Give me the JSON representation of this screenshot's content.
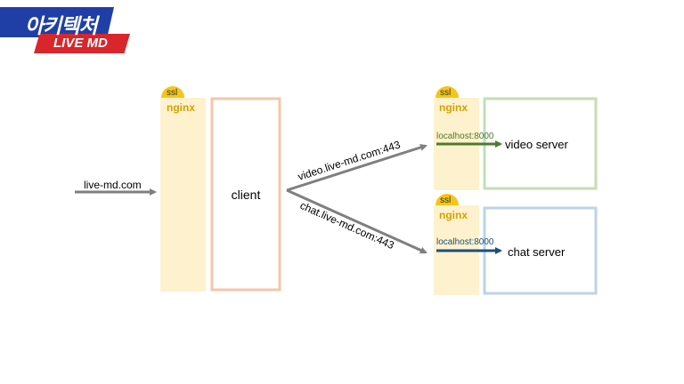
{
  "badge": {
    "title": "아키텍처",
    "subtitle": "LIVE MD"
  },
  "entry": {
    "domain": "live-md.com"
  },
  "front": {
    "ssl": "ssl",
    "nginx": "nginx",
    "client": "client"
  },
  "routes": {
    "video": "video.live-md.com:443",
    "chat": "chat.live-md.com:443"
  },
  "video_server": {
    "ssl": "ssl",
    "nginx": "nginx",
    "proxy": "localhost:8000",
    "label": "video server"
  },
  "chat_server": {
    "ssl": "ssl",
    "nginx": "nginx",
    "proxy": "localhost:8000",
    "label": "chat server"
  },
  "colors": {
    "nginx_fill": "#fdf2cd",
    "ssl_fill": "#f5c518",
    "nginx_text": "#d4a100",
    "client_border": "#f4c7a8",
    "video_border": "#c5deb0",
    "chat_border": "#bcd3e8",
    "video_arrow": "#4e7a2c",
    "chat_arrow": "#1f4e79",
    "gray_arrow": "#7f7f7f"
  }
}
